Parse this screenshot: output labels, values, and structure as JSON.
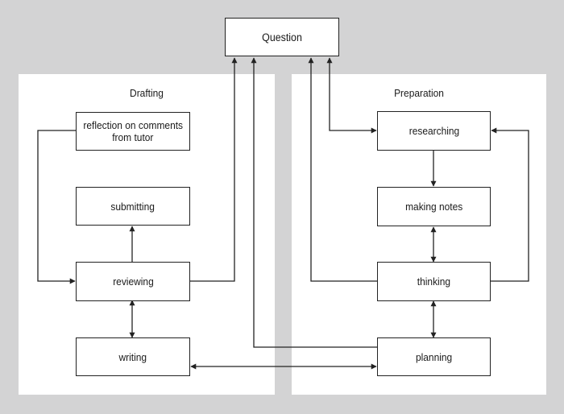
{
  "colors": {
    "background": "#d3d3d4",
    "panel": "#ffffff",
    "stroke": "#222222",
    "text": "#1a1a1a"
  },
  "question": {
    "label": "Question"
  },
  "drafting": {
    "title": "Drafting",
    "reflection": {
      "line1": "reflection on comments",
      "line2": "from tutor"
    },
    "submitting": "submitting",
    "reviewing": "reviewing",
    "writing": "writing"
  },
  "preparation": {
    "title": "Preparation",
    "researching": "researching",
    "making_notes": "making notes",
    "thinking": "thinking",
    "planning": "planning"
  }
}
